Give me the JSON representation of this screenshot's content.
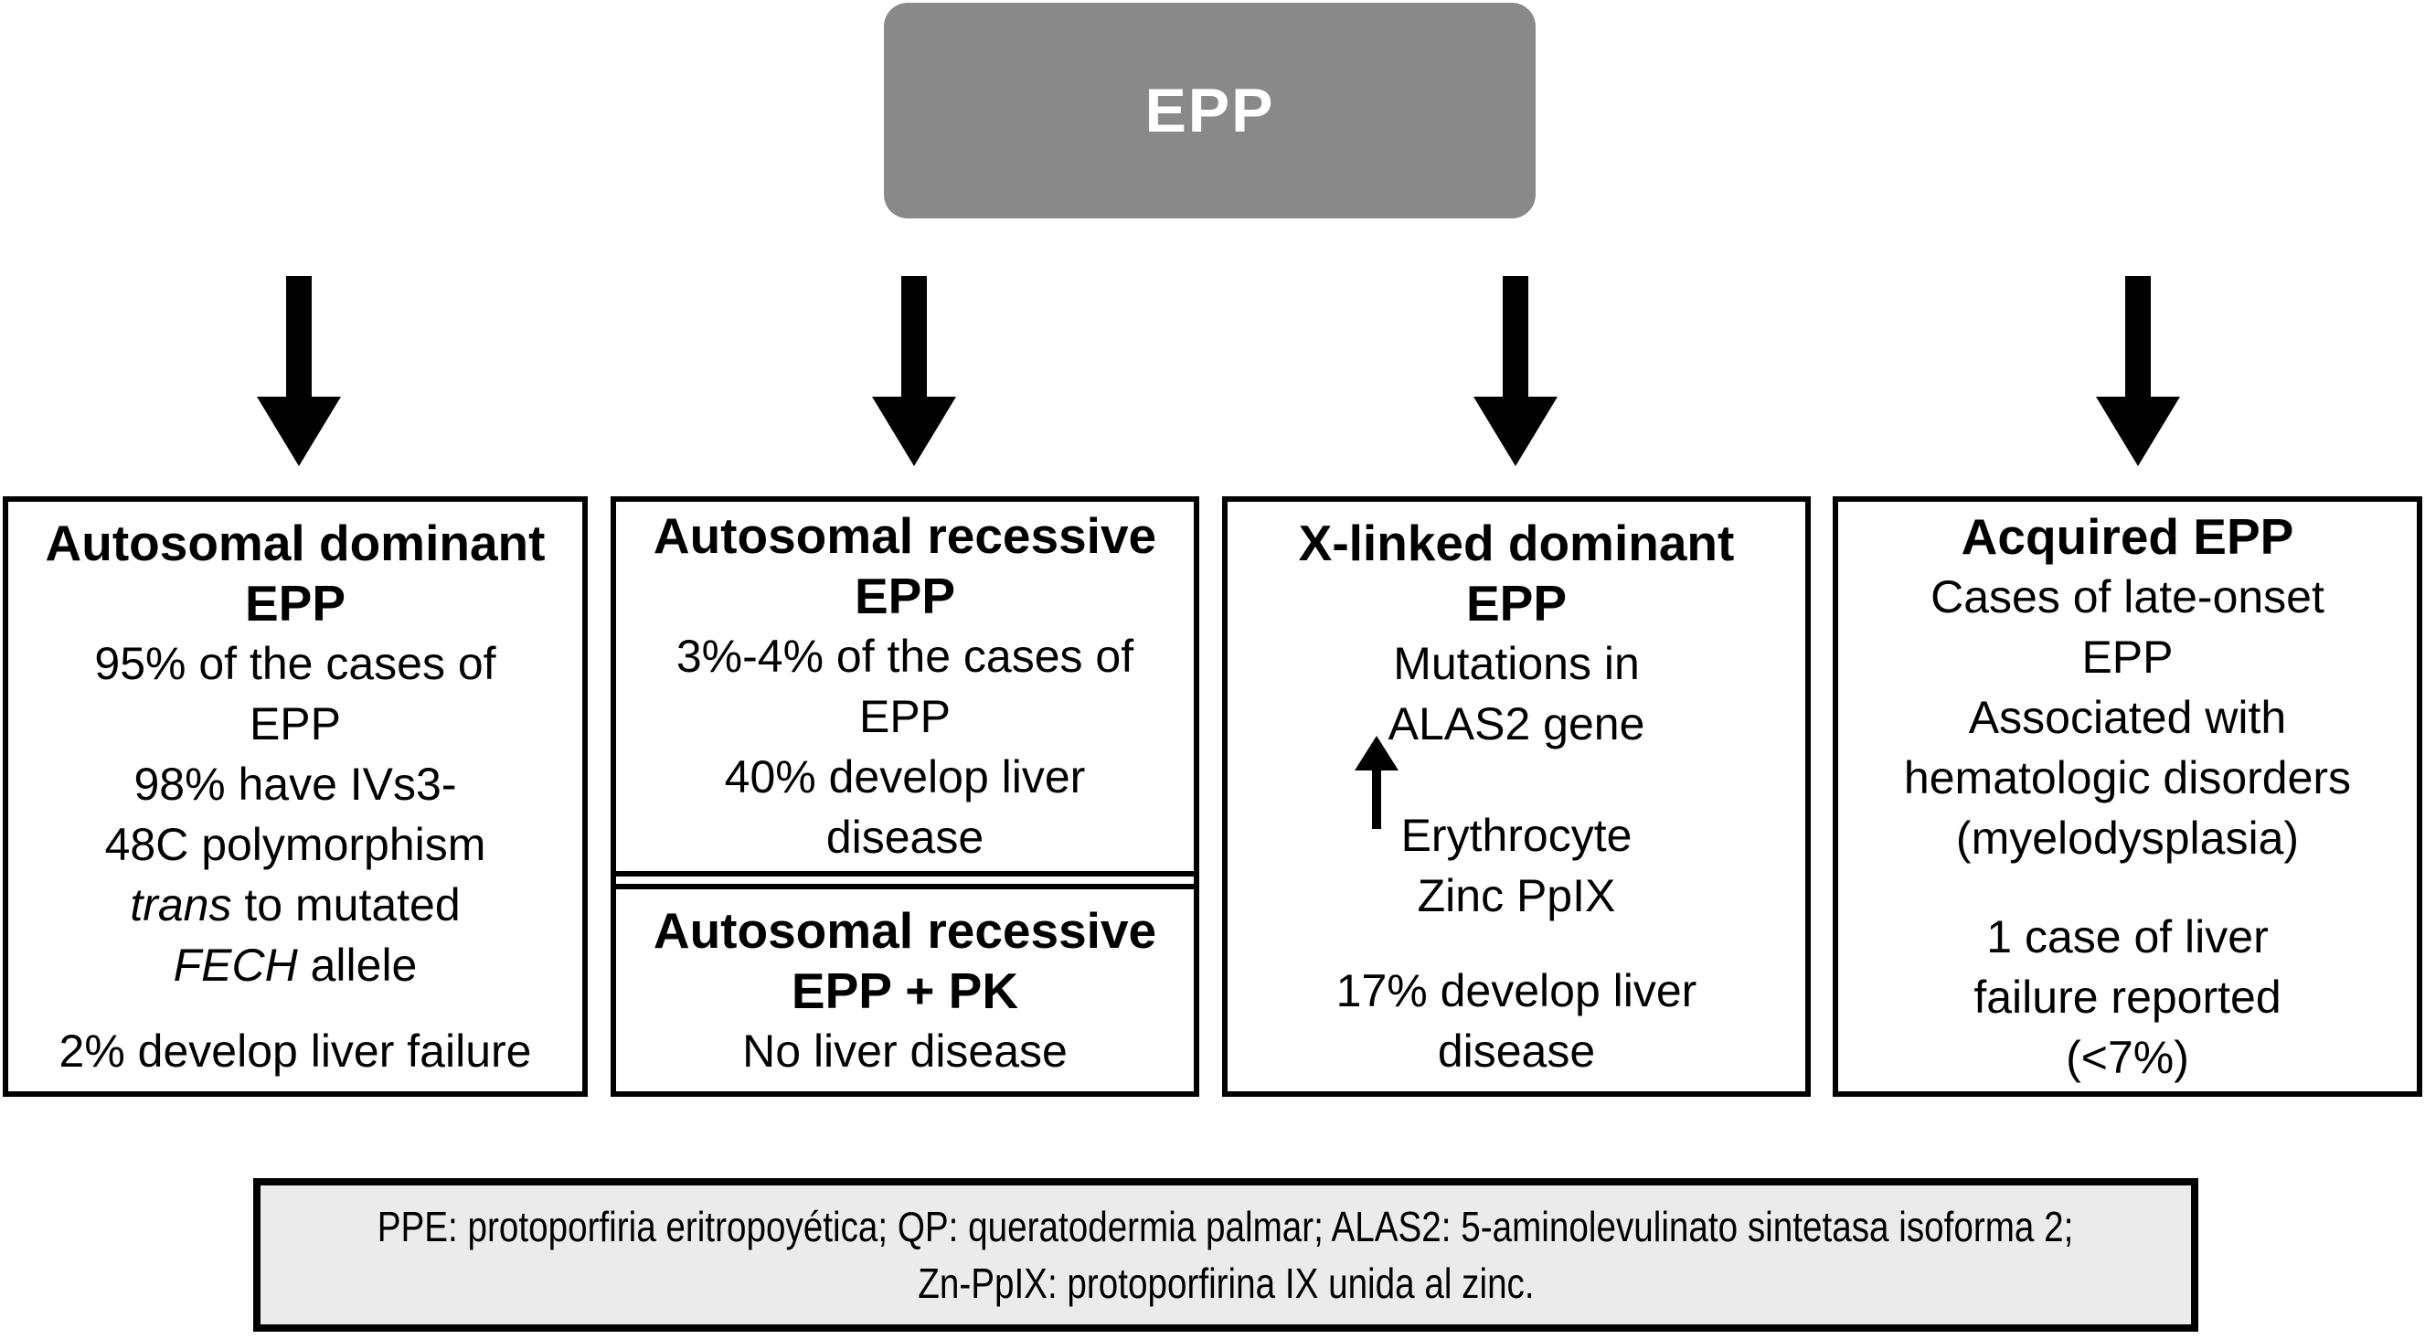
{
  "diagram": {
    "root": {
      "label": "EPP"
    },
    "branches": [
      {
        "title": "Autosomal dominant\nEPP",
        "body": "95% of the cases of\nEPP\n98% have IVs3-\n48C polymorphism",
        "italic_line": {
          "italic1": "trans",
          "mid": " to mutated\n",
          "italic2": "FECH",
          "end": " allele"
        },
        "footer": "2% develop liver failure"
      },
      {
        "sections": [
          {
            "title": "Autosomal recessive\nEPP",
            "body": "3%-4% of the cases of\nEPP\n40% develop liver\ndisease"
          },
          {
            "title": "Autosomal recessive\nEPP + PK",
            "body": "No liver disease"
          }
        ]
      },
      {
        "title": "X-linked dominant\nEPP",
        "body1": "Mutations in\nALAS2 gene",
        "body2": "Erythrocyte\nZinc PpIX",
        "footer": "17% develop liver\ndisease",
        "up_arrow_icon": "increase-arrow"
      },
      {
        "title": "Acquired EPP",
        "body": "Cases of late-onset\nEPP\nAssociated with\nhematologic disorders\n(myelodysplasia)",
        "footer": "1 case of liver\nfailure reported\n(<7%)"
      }
    ],
    "down_arrow_icon": "down-arrow",
    "footnote": {
      "line1": "PPE: protoporfiria eritropoyética; QP: queratodermia palmar; ALAS2: 5-aminolevulinato sintetasa isoforma 2;",
      "line2": "Zn-PpIX: protoporfirina IX unida al zinc."
    },
    "colors": {
      "root_fill": "#898989",
      "root_text": "#ffffff",
      "box_border": "#000000",
      "box_fill": "#ffffff",
      "footnote_fill": "#ebebeb",
      "arrow": "#000000"
    }
  }
}
